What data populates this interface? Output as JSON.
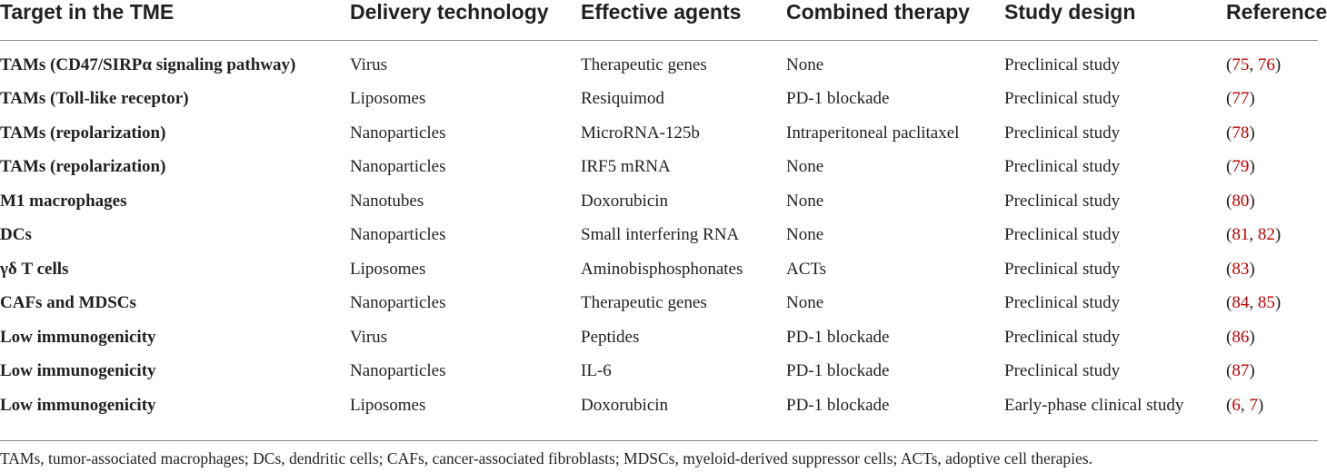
{
  "table": {
    "headers": [
      "Target in the TME",
      "Delivery technology",
      "Effective agents",
      "Combined therapy",
      "Study design",
      "Reference"
    ],
    "rows": [
      {
        "target": "TAMs (CD47/SIRPα signaling pathway)",
        "delivery": "Virus",
        "agents": "Therapeutic genes",
        "combined": "None",
        "design": "Preclinical study",
        "refs": [
          "75",
          "76"
        ]
      },
      {
        "target": "TAMs (Toll-like receptor)",
        "delivery": "Liposomes",
        "agents": "Resiquimod",
        "combined": "PD-1 blockade",
        "design": "Preclinical study",
        "refs": [
          "77"
        ]
      },
      {
        "target": "TAMs (repolarization)",
        "delivery": "Nanoparticles",
        "agents": "MicroRNA-125b",
        "combined": "Intraperitoneal paclitaxel",
        "design": "Preclinical study",
        "refs": [
          "78"
        ]
      },
      {
        "target": "TAMs (repolarization)",
        "delivery": "Nanoparticles",
        "agents": "IRF5 mRNA",
        "combined": "None",
        "design": "Preclinical study",
        "refs": [
          "79"
        ]
      },
      {
        "target": "M1 macrophages",
        "delivery": "Nanotubes",
        "agents": "Doxorubicin",
        "combined": "None",
        "design": "Preclinical study",
        "refs": [
          "80"
        ]
      },
      {
        "target": "DCs",
        "delivery": "Nanoparticles",
        "agents": "Small interfering RNA",
        "combined": "None",
        "design": "Preclinical study",
        "refs": [
          "81",
          "82"
        ]
      },
      {
        "target": "γδ T cells",
        "delivery": "Liposomes",
        "agents": "Aminobisphosphonates",
        "combined": "ACTs",
        "design": "Preclinical study",
        "refs": [
          "83"
        ]
      },
      {
        "target": "CAFs and MDSCs",
        "delivery": "Nanoparticles",
        "agents": "Therapeutic genes",
        "combined": "None",
        "design": "Preclinical study",
        "refs": [
          "84",
          "85"
        ]
      },
      {
        "target": "Low immunogenicity",
        "delivery": "Virus",
        "agents": "Peptides",
        "combined": "PD-1 blockade",
        "design": "Preclinical study",
        "refs": [
          "86"
        ]
      },
      {
        "target": "Low immunogenicity",
        "delivery": "Nanoparticles",
        "agents": "IL-6",
        "combined": "PD-1 blockade",
        "design": "Preclinical study",
        "refs": [
          "87"
        ]
      },
      {
        "target": "Low immunogenicity",
        "delivery": "Liposomes",
        "agents": "Doxorubicin",
        "combined": "PD-1 blockade",
        "design": "Early-phase clinical study",
        "refs": [
          "6",
          "7"
        ]
      }
    ]
  },
  "footnote": "TAMs, tumor-associated macrophages; DCs, dendritic cells; CAFs, cancer-associated fibroblasts; MDSCs, myeloid-derived suppressor cells; ACTs, adoptive cell therapies.",
  "colors": {
    "text": "#231f20",
    "reference_link": "#c00000",
    "rule": "#8c8c8c"
  }
}
